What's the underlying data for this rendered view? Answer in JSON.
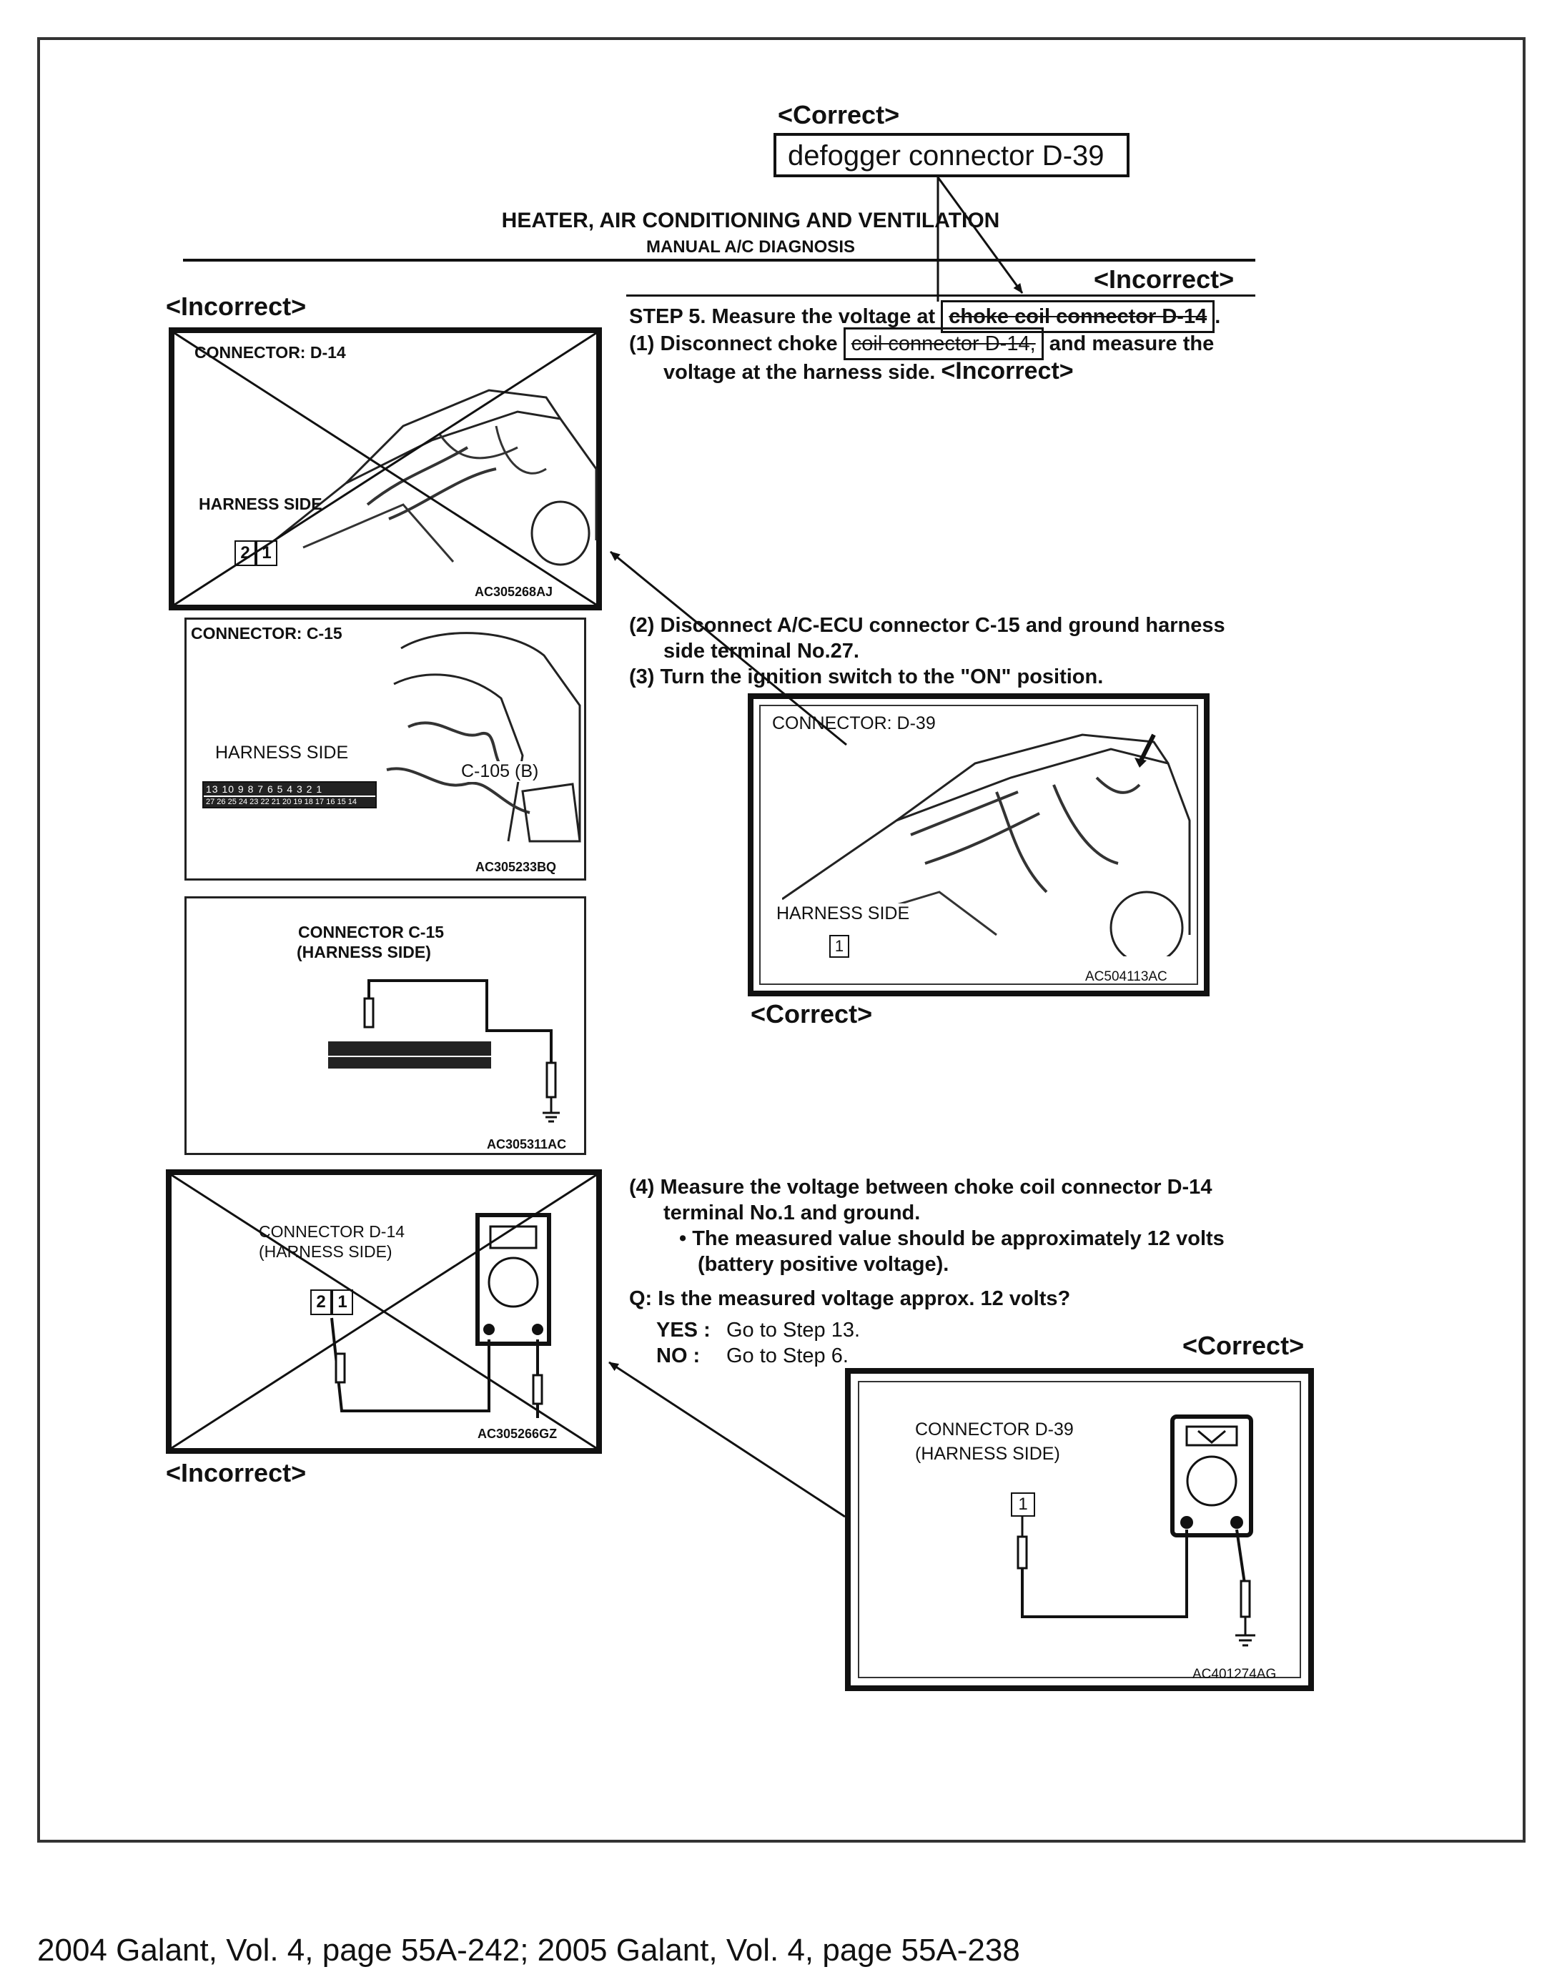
{
  "corrections": {
    "top_correct_label": "<Correct>",
    "top_correct_box": "defogger connector D-39",
    "incorrect_right_label": "<Incorrect>",
    "incorrect_left_top_label": "<Incorrect>",
    "incorrect_inline_label": "<Incorrect>",
    "correct_mid_label": "<Correct>",
    "correct_lower_label": "<Correct>",
    "incorrect_lower_left_label": "<Incorrect>"
  },
  "header": {
    "title": "HEATER, AIR CONDITIONING AND VENTILATION",
    "subtitle": "MANUAL A/C DIAGNOSIS"
  },
  "step": {
    "heading_prefix": "STEP 5. Measure the voltage at ",
    "heading_boxed": "choke coil connector D-14",
    "heading_suffix": ".",
    "s1_prefix": "(1) Disconnect choke ",
    "s1_boxed": "coil connector D-14,",
    "s1_mid": " and ",
    "s1_bold": "measure",
    "s1_suffix": " the",
    "s1_line2": "voltage at the harness side.",
    "s2_line1": "(2) Disconnect A/C-ECU connector C-15 and ground harness",
    "s2_line2": "side terminal No.27.",
    "s3": "(3) Turn the ignition switch to the \"ON\" position.",
    "s4_line1": "(4) Measure the voltage between choke coil connector D-14",
    "s4_line2": "terminal No.1 and ground.",
    "s4_bullet1": "The measured value should be approximately 12 volts",
    "s4_bullet2": "(battery positive voltage).",
    "question": "Q: Is the measured voltage approx. 12 volts?",
    "yes_label": "YES :",
    "yes_text": "Go to Step 13.",
    "no_label": "NO :",
    "no_text": "Go to Step 6."
  },
  "panels": {
    "d14": {
      "title": "CONNECTOR: D-14",
      "harness": "HARNESS SIDE",
      "pin2": "2",
      "pin1": "1",
      "code": "AC305268AJ"
    },
    "c15": {
      "title": "CONNECTOR: C-15",
      "harness": "HARNESS SIDE",
      "sub": "C-105 (B)",
      "code": "AC305233BQ",
      "pins_top": "13 10 9 8 7 6 5 4 3 2 1",
      "pins_bottom": "27 26 25 24 23 22 21 20 19 18 17 16 15 14"
    },
    "d39": {
      "title": "CONNECTOR: D-39",
      "harness": "HARNESS SIDE",
      "pin": "1",
      "code": "AC504113AC"
    },
    "c15h": {
      "title_line1": "CONNECTOR C-15",
      "title_line2": "(HARNESS SIDE)",
      "code": "AC305311AC"
    },
    "d14h": {
      "title_line1": "CONNECTOR D-14",
      "title_line2": "(HARNESS SIDE)",
      "pin2": "2",
      "pin1": "1",
      "code": "AC305266GZ"
    },
    "d39h": {
      "title_line1": "CONNECTOR D-39",
      "title_line2": "(HARNESS SIDE)",
      "pin": "1",
      "code": "AC401274AG"
    }
  },
  "footer": {
    "text": "2004 Galant, Vol. 4, page 55A-242; 2005 Galant, Vol. 4, page 55A-238"
  }
}
